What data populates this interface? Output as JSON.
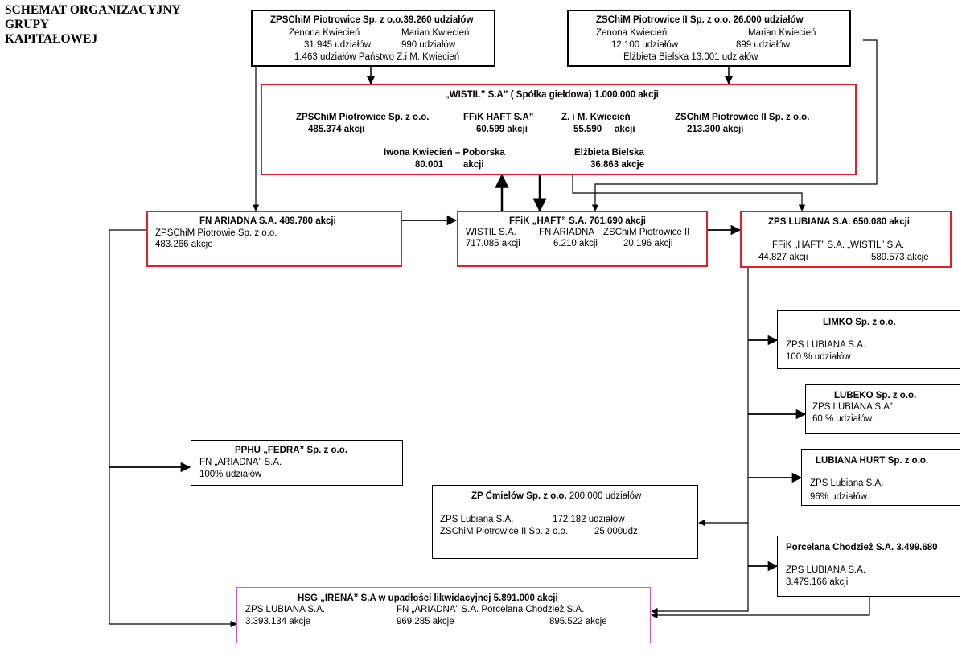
{
  "title": [
    "SCHEMAT ORGANIZACYJNY",
    "GRUPY",
    "KAPITAŁOWEJ"
  ],
  "zpschim1": {
    "title": "ZPSChiM Piotrowice Sp. z o.o.39.260 udziałów",
    "a_name": "Zenona Kwiecień",
    "a_val": "31.945 udziałów",
    "b_name": "Marian Kwiecień",
    "b_val": "990 udziałów",
    "c": "1.463 udziałów Państwo Z.i M. Kwiecień"
  },
  "zschim2": {
    "title": "ZSChiM Piotrowice II Sp. z o.o. 26.000 udziałów",
    "a_name": "Zenona Kwiecień",
    "a_val": "12.100 udziałów",
    "b_name": "Marian Kwiecień",
    "b_val": "899  udziałów",
    "c": "Elżbieta Bielska  13.001 udziałów"
  },
  "wistil": {
    "title": "„WISTIL” S.A” ( Spółka giełdowa) 1.000.000 akcji",
    "s1_name": "ZPSChiM Piotrowice Sp. z o.o.",
    "s1_val": "485.374 akcji",
    "s2_name": "FFiK HAFT S.A”",
    "s2_val": "60.599 akcji",
    "s3_name": "Z. i M. Kwiecień",
    "s3_val": "55.590",
    "s3_unit": "akcji",
    "s4_name": "ZSChiM Piotrowice II Sp. z o.o.",
    "s4_val": "213.300 akcji",
    "s5_name": "Iwona Kwiecień – Poborska",
    "s5_val": "80.001",
    "s5_unit": "akcji",
    "s6_name": "Elżbieta Bielska",
    "s6_val": "36.863 akcje"
  },
  "ariadna": {
    "title": "FN ARIADNA S.A. 489.780 akcji",
    "line1": "ZPSChiM Piotrowie Sp. z o.o.",
    "line2": "483.266 akcje"
  },
  "haft": {
    "title": "FFiK „HAFT” S.A. 761.690 akcji",
    "c1_name": "WISTIL S.A.",
    "c1_val": "717.085 akcji",
    "c2_name": "FN ARIADNA",
    "c2_val": "6.210 akcji",
    "c3_name": "ZSChiM Piotrowice II",
    "c3_val": "20.196 akcji"
  },
  "lubiana": {
    "title": "ZPS LUBIANA  S.A. 650.080 akcji",
    "owners": "FFiK „HAFT” S.A.  „WISTIL” S.A.",
    "v1": "44.827 akcji",
    "v2": "589.573 akcje"
  },
  "limko": {
    "title": "LIMKO Sp. z o.o.",
    "line1": "ZPS LUBIANA S.A.",
    "line2": "100 % udziałów"
  },
  "lubeko": {
    "title": "LUBEKO Sp. z o.o.",
    "line1": "ZPS LUBIANA S.A”",
    "line2": "60 % udziałów"
  },
  "lubiana_hurt": {
    "title": "LUBIANA HURT Sp. z o.o.",
    "line1": "ZPS Lubiana S.A.",
    "line2": "96% udziałów."
  },
  "cmielow": {
    "title_bold": "ZP Ćmielów Sp. z o.o.",
    "title_rest": " 200.000 udziałów",
    "r1_name": "ZPS Lubiana S.A.",
    "r1_val": "172.182 udziałów",
    "r2_name": "ZSChiM Piotrowice II Sp. z o.o.",
    "r2_val": "25.000udz."
  },
  "chodziez": {
    "title": "Porcelana Chodzież S.A. 3.499.680",
    "line1": "ZPS LUBIANA S.A.",
    "line2": "3.479.166 akcji"
  },
  "fedra": {
    "title": "PPHU „FEDRA” Sp. z o.o.",
    "line1": "FN „ARIADNA” S.A.",
    "line2": "100% udziałów"
  },
  "irena": {
    "title": "HSG „IRENA” S.A w upadłości likwidacyjnej  5.891.000 akcji",
    "c1_name": "ZPS LUBIANA S.A.",
    "c1_val": "3.393.134 akcje",
    "c2_name": "FN „ARIADNA” S.A. Porcelana Chodzież S.A.",
    "c2_val": "969.285 akcje",
    "c3_val": "895.522 akcje"
  },
  "colors": {
    "red": "#e31e24",
    "magenta": "#d84fd8",
    "black": "#000000"
  }
}
